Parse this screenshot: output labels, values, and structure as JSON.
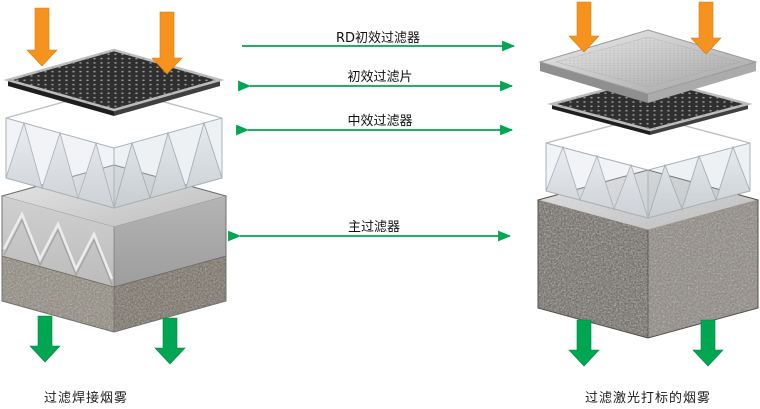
{
  "diagram": {
    "connectors": [
      {
        "label": "RD初效过滤器",
        "heads": "right"
      },
      {
        "label": "初效过滤片",
        "heads": "both"
      },
      {
        "label": "中效过滤器",
        "heads": "both"
      },
      {
        "label": "主过滤器",
        "heads": "both"
      }
    ],
    "captions": {
      "left": "过滤焊接烟雾",
      "right": "过滤激光打标的烟雾"
    },
    "colors": {
      "arrow_green": "#00A651",
      "inflow_orange": "#F6921E"
    }
  }
}
